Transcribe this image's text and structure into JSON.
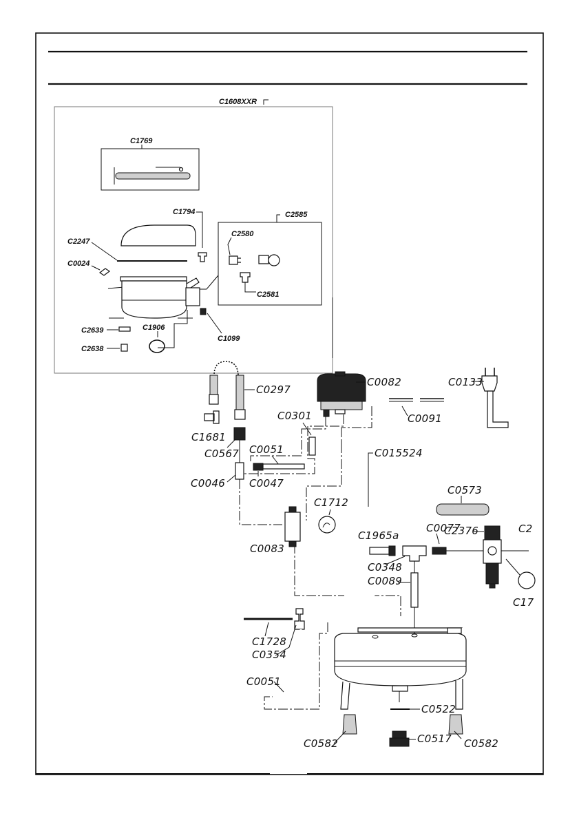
{
  "assembly_label": "C1608XXR",
  "inset_labels": {
    "c1769": "C1769",
    "c1794": "C1794",
    "c2585": "C2585",
    "c2580": "C2580",
    "c2581": "C2581",
    "c2247": "C2247",
    "c0024": "C0024",
    "c1906": "C1906",
    "c1099": "C1099",
    "c2639": "C2639",
    "c2638": "C2638"
  },
  "labels": {
    "c0297": "C0297",
    "c0082": "C0082",
    "c0133": "C0133",
    "c0301": "C0301",
    "c0091": "C0091",
    "c1681": "C1681",
    "c0567": "C0567",
    "c0051_top": "C0051",
    "c015524": "C015524",
    "c0046": "C0046",
    "c0047": "C0047",
    "c0573": "C0573",
    "c1712": "C1712",
    "c0077": "C0077",
    "c2376": "C2376",
    "c2_partial": "C2",
    "c1965a": "C1965a",
    "c0083": "C0083",
    "c0348": "C0348",
    "c0089": "C0089",
    "c17_partial": "C17",
    "c1728": "C1728",
    "c0354": "C0354",
    "c0051_bottom": "C0051",
    "c0522": "C0522",
    "c0582_left": "C0582",
    "c0517": "C0517",
    "c0582_right": "C0582"
  }
}
